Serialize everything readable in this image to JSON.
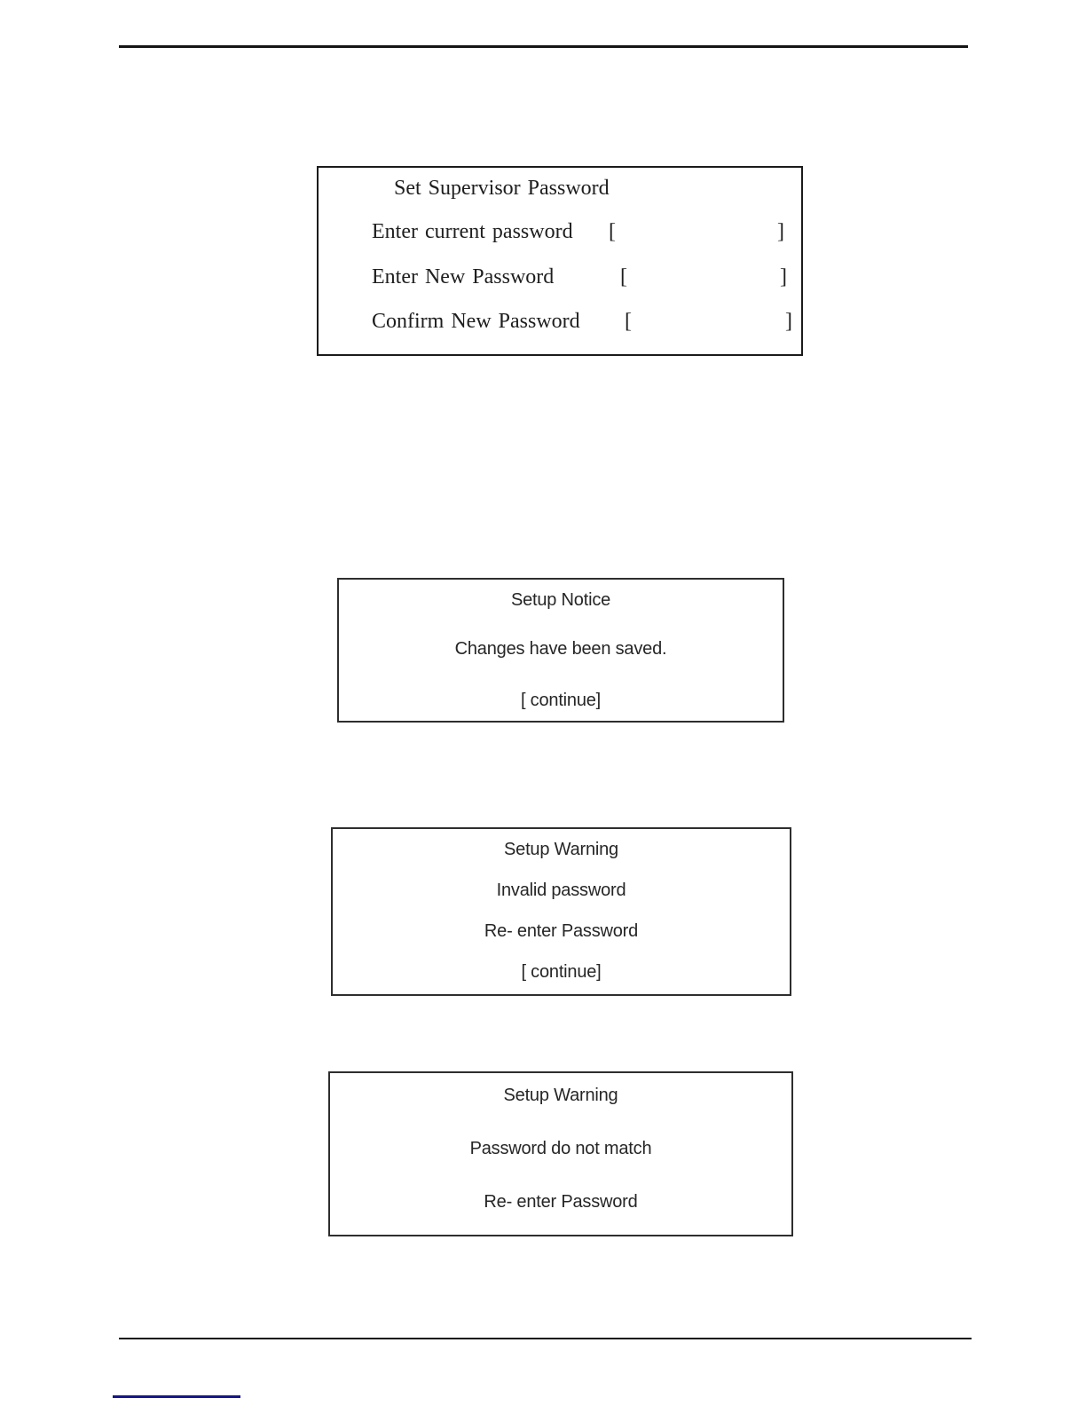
{
  "password_dialog": {
    "title": "Set Supervisor Password",
    "bracket_open": "[",
    "bracket_close": "]",
    "fields": [
      {
        "label": "Enter current password",
        "value": ""
      },
      {
        "label": "Enter New Password",
        "value": ""
      },
      {
        "label": "Confirm New Password",
        "value": ""
      }
    ]
  },
  "message_dialogs": [
    {
      "title": "Setup Notice",
      "lines": [
        "Changes have been saved."
      ],
      "continue_label": "[ continue]"
    },
    {
      "title": "Setup Warning",
      "lines": [
        "Invalid password",
        "Re- enter Password"
      ],
      "continue_label": "[ continue]"
    },
    {
      "title": "Setup Warning",
      "lines": [
        "Password do not match",
        "Re- enter Password"
      ]
    }
  ],
  "colors": {
    "rule": "#141414",
    "dialog_border": "#1b1b1b",
    "text": "#1e1e1e",
    "footer_link_underline": "#15158f"
  }
}
